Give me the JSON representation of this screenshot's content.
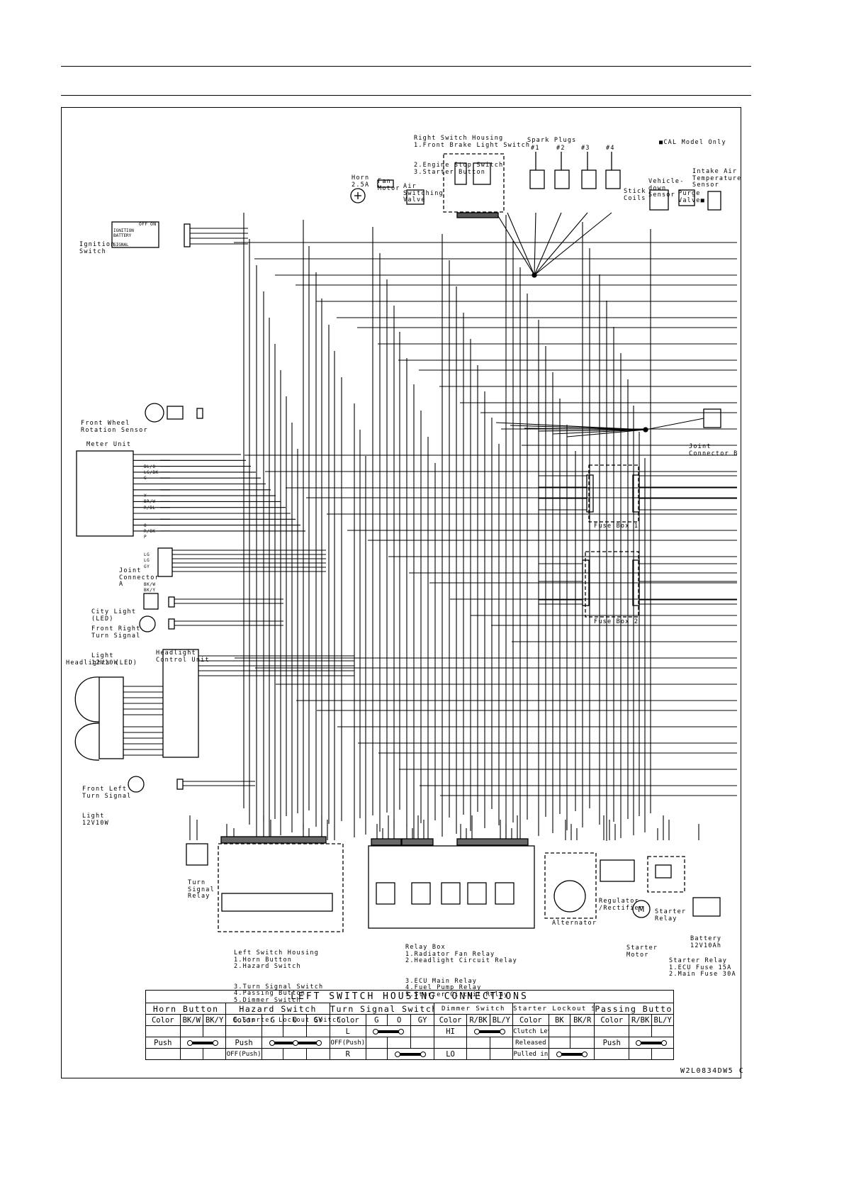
{
  "labels": {
    "right_switch": [
      "Right Switch Housing",
      "1.Front Brake Light Switch",
      "2.Engine Stop Switch",
      "3.Starter Button"
    ],
    "spark_plugs": "Spark Plugs",
    "plug_nums": [
      "#1",
      "#2",
      "#3",
      "#4"
    ],
    "stick_coils": [
      "Stick",
      "Coils"
    ],
    "cal_model": "■CAL Model Only",
    "horn": [
      "Horn",
      "2.5A"
    ],
    "fan_motor": [
      "Fan",
      "Motor"
    ],
    "air_switching": [
      "Air",
      "Switching",
      "Valve"
    ],
    "vehicle_down": [
      "Vehicle-",
      "down",
      "Sensor"
    ],
    "purge_valve": [
      "Purge",
      "Valve■"
    ],
    "intake_air": [
      "Intake Air",
      "Temperature",
      "Sensor"
    ],
    "ignition_switch": [
      "Ignition",
      "Switch"
    ],
    "ign_rows": [
      "OFF",
      "ON",
      "IGNITION",
      "BATTERY",
      "SIGNAL"
    ],
    "front_wheel": [
      "Front Wheel",
      "Rotation Sensor"
    ],
    "joint_b": [
      "Joint",
      "Connector B"
    ],
    "meter_unit": "Meter Unit",
    "meter_wires": [
      "BL/O",
      "LG/BK",
      "G",
      "Y",
      "BR/W",
      "R/BL",
      "O",
      "R/BK",
      "P",
      "LG",
      "LG",
      "GY",
      "BK/W",
      "BK/Y"
    ],
    "fuse_box_1": "Fuse Box 1",
    "fuse_box_2": "Fuse Box 2",
    "joint_a": [
      "Joint",
      "Connector",
      "A"
    ],
    "city_light": [
      "City Light",
      "(LED)"
    ],
    "front_right_turn": [
      "Front Right",
      "Turn Signal",
      "Light",
      "12V10W"
    ],
    "headlight_cu": [
      "Headlight",
      "Control Unit"
    ],
    "headlights": "Headlights (LED)",
    "front_left_turn": [
      "Front Left",
      "Turn Signal",
      "Light",
      "12V10W"
    ],
    "turn_relay": [
      "Turn",
      "Signal",
      "Relay"
    ],
    "left_switch": [
      "Left Switch Housing",
      "1.Horn Button",
      "2.Hazard Switch",
      "3.Turn Signal Switch",
      "4.Passing Button",
      "5.Dimmer Switch",
      "6.Starter Lockout Switch"
    ],
    "relay_box": [
      "Relay Box",
      "1.Radiator Fan Relay",
      "2.Headlight Circuit Relay",
      "3.ECU Main Relay",
      "4.Fuel Pump Relay",
      "5.Starter Circuit Relay"
    ],
    "alternator": "Alternator",
    "regulator": [
      "Regulator",
      "/Rectifier"
    ],
    "starter_motor": [
      "Starter",
      "Motor"
    ],
    "starter_relay_lbl": [
      "Starter",
      "Relay"
    ],
    "battery": [
      "Battery",
      "12V10Ah"
    ],
    "starter_relay_note": [
      "Starter Relay",
      "1.ECU Fuse 15A",
      "2.Main Fuse 30A"
    ],
    "code": "W2L0834DW5 C"
  },
  "table": {
    "title": "LEFT SWITCH HOUSING CONNECTIONS",
    "groups": [
      "Horn Button",
      "Hazard Switch",
      "Turn Signal Switch",
      "Dimmer Switch",
      "Starter Lockout Switch",
      "Passing Button"
    ],
    "color": "Color",
    "horn_cols": [
      "BK/W",
      "BK/Y"
    ],
    "hazard_cols": [
      "G",
      "O",
      "GY"
    ],
    "turn_cols": [
      "G",
      "O",
      "GY"
    ],
    "dimmer_cols": [
      "R/BK",
      "BL/Y"
    ],
    "lockout_cols": [
      "BK",
      "BK/R"
    ],
    "passing_cols": [
      "R/BK",
      "BL/Y"
    ],
    "push": "Push",
    "off_push": "OFF(Push)",
    "turn_l": "L",
    "turn_r": "R",
    "dim_hi": "HI",
    "dim_lo": "LO",
    "clutch_lever": "Clutch Lever",
    "released": "Released",
    "pulled_in": "Pulled in"
  }
}
